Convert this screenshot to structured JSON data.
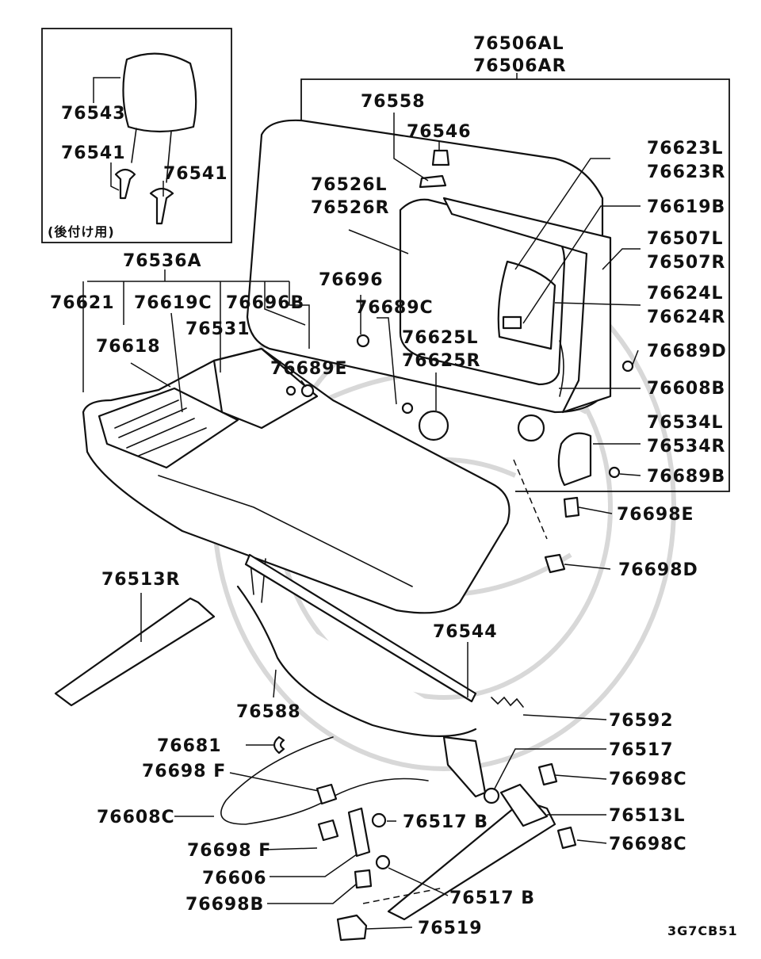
{
  "diagram": {
    "code": "3G7CB51",
    "inset_note": "(後付け用)",
    "labels": {
      "p76506AL": "76506AL",
      "p76506AR": "76506AR",
      "p76543": "76543",
      "p76541a": "76541",
      "p76541b": "76541",
      "p76558": "76558",
      "p76546": "76546",
      "p76623L": "76623L",
      "p76623R": "76623R",
      "p76526L": "76526L",
      "p76526R": "76526R",
      "p76619B": "76619B",
      "p76507L": "76507L",
      "p76507R": "76507R",
      "p76536A": "76536A",
      "p76696": "76696",
      "p76624L": "76624L",
      "p76624R": "76624R",
      "p76621": "76621",
      "p76619C": "76619C",
      "p76696B": "76696B",
      "p76689C": "76689C",
      "p76531": "76531",
      "p76625L": "76625L",
      "p76625R": "76625R",
      "p76689D": "76689D",
      "p76618": "76618",
      "p76689E": "76689E",
      "p76608B": "76608B",
      "p76534L": "76534L",
      "p76534R": "76534R",
      "p76689B": "76689B",
      "p76698E": "76698E",
      "p76698D": "76698D",
      "p76513R": "76513R",
      "p76544": "76544",
      "p76588": "76588",
      "p76592": "76592",
      "p76681": "76681",
      "p76517": "76517",
      "p76698F_a": "76698 F",
      "p76698C_a": "76698C",
      "p76608C": "76608C",
      "p76513L": "76513L",
      "p76517B_a": "76517 B",
      "p76698F_b": "76698 F",
      "p76698C_b": "76698C",
      "p76606": "76606",
      "p76698B": "76698B",
      "p76517B_b": "76517 B",
      "p76519": "76519"
    }
  }
}
